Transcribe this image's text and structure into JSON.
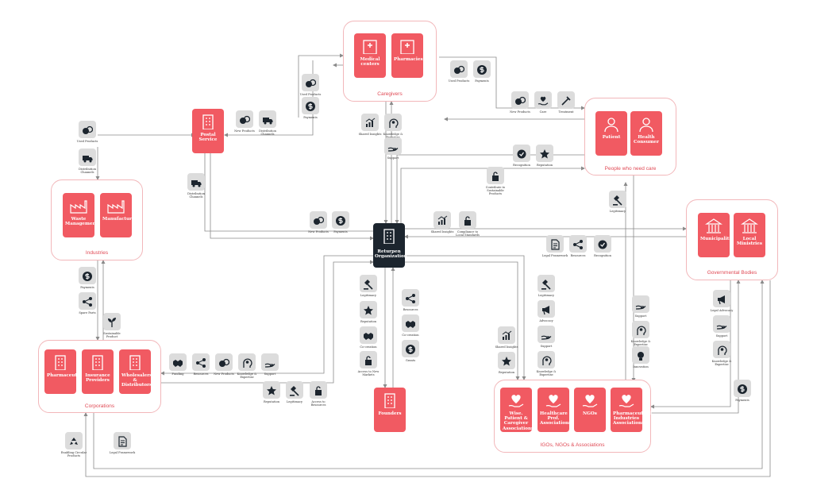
{
  "colors": {
    "accent": "#f15a62",
    "group_border": "#f2b7ba",
    "hub": "#1c252e",
    "flow_bg": "#dcdcdc",
    "wire": "#8a8a8a"
  },
  "groups": {
    "caregivers": "Caregivers",
    "people": "People who need care",
    "industries": "Industries",
    "government": "Governmental Bodies",
    "corporations": "Corporations",
    "igos": "IGOs, NGOs & Associations"
  },
  "actors": {
    "medical_centers": "Medical centers",
    "pharmacies": "Pharmacies",
    "postal_service": "Postal Service",
    "patient": "Patient",
    "health_consumer": "Health Consumer",
    "waste_management": "Waste Management",
    "manufacturing": "Manufacturing",
    "municipalities": "Municipalities",
    "local_ministries": "Local Ministries",
    "pharmaceuticals": "Pharmaceuticals",
    "insurance_providers": "Insurance Providers",
    "wholesalers": "Wholesalers & Distributors",
    "founders": "Founders",
    "patient_associations": "Wise. Patient & Caregiver Associations",
    "healthcare_prof": "Healthcare Prof. Associations",
    "ngos": "NGOs",
    "pharma_industry": "Pharmaceutical Industries Associations",
    "returpen": "Returpen Organization"
  },
  "flows": [
    {
      "label": "Used Products",
      "icon": "pills-icon"
    },
    {
      "label": "Payments",
      "icon": "dollar-icon"
    },
    {
      "label": "New Products",
      "icon": "pills-icon"
    },
    {
      "label": "Distribution Channels",
      "icon": "truck-icon"
    },
    {
      "label": "Used Products",
      "icon": "pills-icon"
    },
    {
      "label": "Payments",
      "icon": "dollar-icon"
    },
    {
      "label": "New Products",
      "icon": "pills-icon"
    },
    {
      "label": "Care",
      "icon": "heart-hand-icon"
    },
    {
      "label": "Treatment",
      "icon": "syringe-icon"
    },
    {
      "label": "Used Products",
      "icon": "pills-icon"
    },
    {
      "label": "Distribution Channels",
      "icon": "truck-icon"
    },
    {
      "label": "Distribution Channels",
      "icon": "truck-icon"
    },
    {
      "label": "Shared Insights",
      "icon": "chart-icon"
    },
    {
      "label": "Knowledge & Expertise",
      "icon": "head-gear-icon"
    },
    {
      "label": "Support",
      "icon": "hand-icon"
    },
    {
      "label": "Recognition",
      "icon": "badge-icon"
    },
    {
      "label": "Reputation",
      "icon": "star-icon"
    },
    {
      "label": "Contribute to Sustainable Products",
      "icon": "lock-icon"
    },
    {
      "label": "Legitimacy",
      "icon": "gavel-icon"
    },
    {
      "label": "New Products",
      "icon": "pills-icon"
    },
    {
      "label": "Payments",
      "icon": "dollar-icon"
    },
    {
      "label": "Shared Insights",
      "icon": "chart-icon"
    },
    {
      "label": "Compliance to Local Standards",
      "icon": "lock-icon"
    },
    {
      "label": "Legal Framework",
      "icon": "document-icon"
    },
    {
      "label": "Resources",
      "icon": "share-icon"
    },
    {
      "label": "Recognition",
      "icon": "badge-icon"
    },
    {
      "label": "Payments",
      "icon": "dollar-icon"
    },
    {
      "label": "Spare Parts",
      "icon": "share-icon"
    },
    {
      "label": "Sustainable Product",
      "icon": "sprout-icon"
    },
    {
      "label": "Legitimacy",
      "icon": "gavel-icon"
    },
    {
      "label": "Reputation",
      "icon": "star-icon"
    },
    {
      "label": "Co-creation",
      "icon": "handshake-icon"
    },
    {
      "label": "Access to New Markets",
      "icon": "lock-icon"
    },
    {
      "label": "Resources",
      "icon": "share-icon"
    },
    {
      "label": "Co-creation",
      "icon": "handshake-icon"
    },
    {
      "label": "Grants",
      "icon": "dollar-icon"
    },
    {
      "label": "Legitimacy",
      "icon": "gavel-icon"
    },
    {
      "label": "Advocacy",
      "icon": "megaphone-icon"
    },
    {
      "label": "Support",
      "icon": "hand-icon"
    },
    {
      "label": "Knowledge & Expertise",
      "icon": "head-gear-icon"
    },
    {
      "label": "Shared Insights",
      "icon": "chart-icon"
    },
    {
      "label": "Reputation",
      "icon": "star-icon"
    },
    {
      "label": "Support",
      "icon": "hand-icon"
    },
    {
      "label": "Knowledge & Expertise",
      "icon": "head-gear-icon"
    },
    {
      "label": "Innovation",
      "icon": "bulb-icon"
    },
    {
      "label": "Legal Advocacy",
      "icon": "megaphone-icon"
    },
    {
      "label": "Support",
      "icon": "hand-icon"
    },
    {
      "label": "Knowledge & Expertise",
      "icon": "head-gear-icon"
    },
    {
      "label": "Payments",
      "icon": "dollar-icon"
    },
    {
      "label": "Funding",
      "icon": "handshake-icon"
    },
    {
      "label": "Resources",
      "icon": "share-icon"
    },
    {
      "label": "New Products",
      "icon": "pills-icon"
    },
    {
      "label": "Knowledge & Expertise",
      "icon": "head-gear-icon"
    },
    {
      "label": "Support",
      "icon": "hand-icon"
    },
    {
      "label": "Reputation",
      "icon": "star-icon"
    },
    {
      "label": "Legitimacy",
      "icon": "gavel-icon"
    },
    {
      "label": "Access to Resources",
      "icon": "lock-icon"
    },
    {
      "label": "Enabling Circular Products",
      "icon": "recycle-icon"
    },
    {
      "label": "Legal Framework",
      "icon": "document-icon"
    }
  ]
}
